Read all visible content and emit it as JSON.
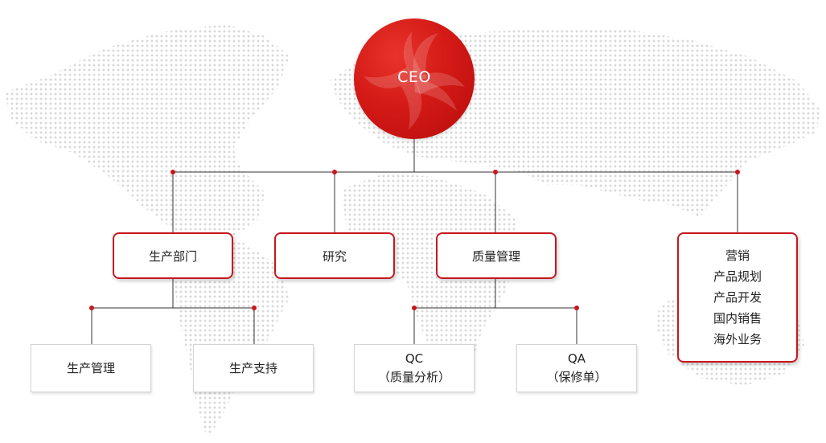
{
  "colors": {
    "accent": "#c8161d",
    "node_dot": "#c8161d",
    "connector": "#333333",
    "map_dots": "#d9d9d9"
  },
  "ceo": {
    "label": "CEO"
  },
  "departments": [
    {
      "id": "production",
      "label": "生产部门"
    },
    {
      "id": "research",
      "label": "研究"
    },
    {
      "id": "quality",
      "label": "质量管理"
    },
    {
      "id": "marketing",
      "label": "营销",
      "sub_items": [
        "产品规划",
        "产品开发",
        "国内销售",
        "海外业务"
      ]
    }
  ],
  "production_children": [
    {
      "label": "生产管理"
    },
    {
      "label": "生产支持"
    }
  ],
  "quality_children": [
    {
      "line1": "QC",
      "line2": "（质量分析）"
    },
    {
      "line1": "QA",
      "line2": "（保修单）"
    }
  ]
}
